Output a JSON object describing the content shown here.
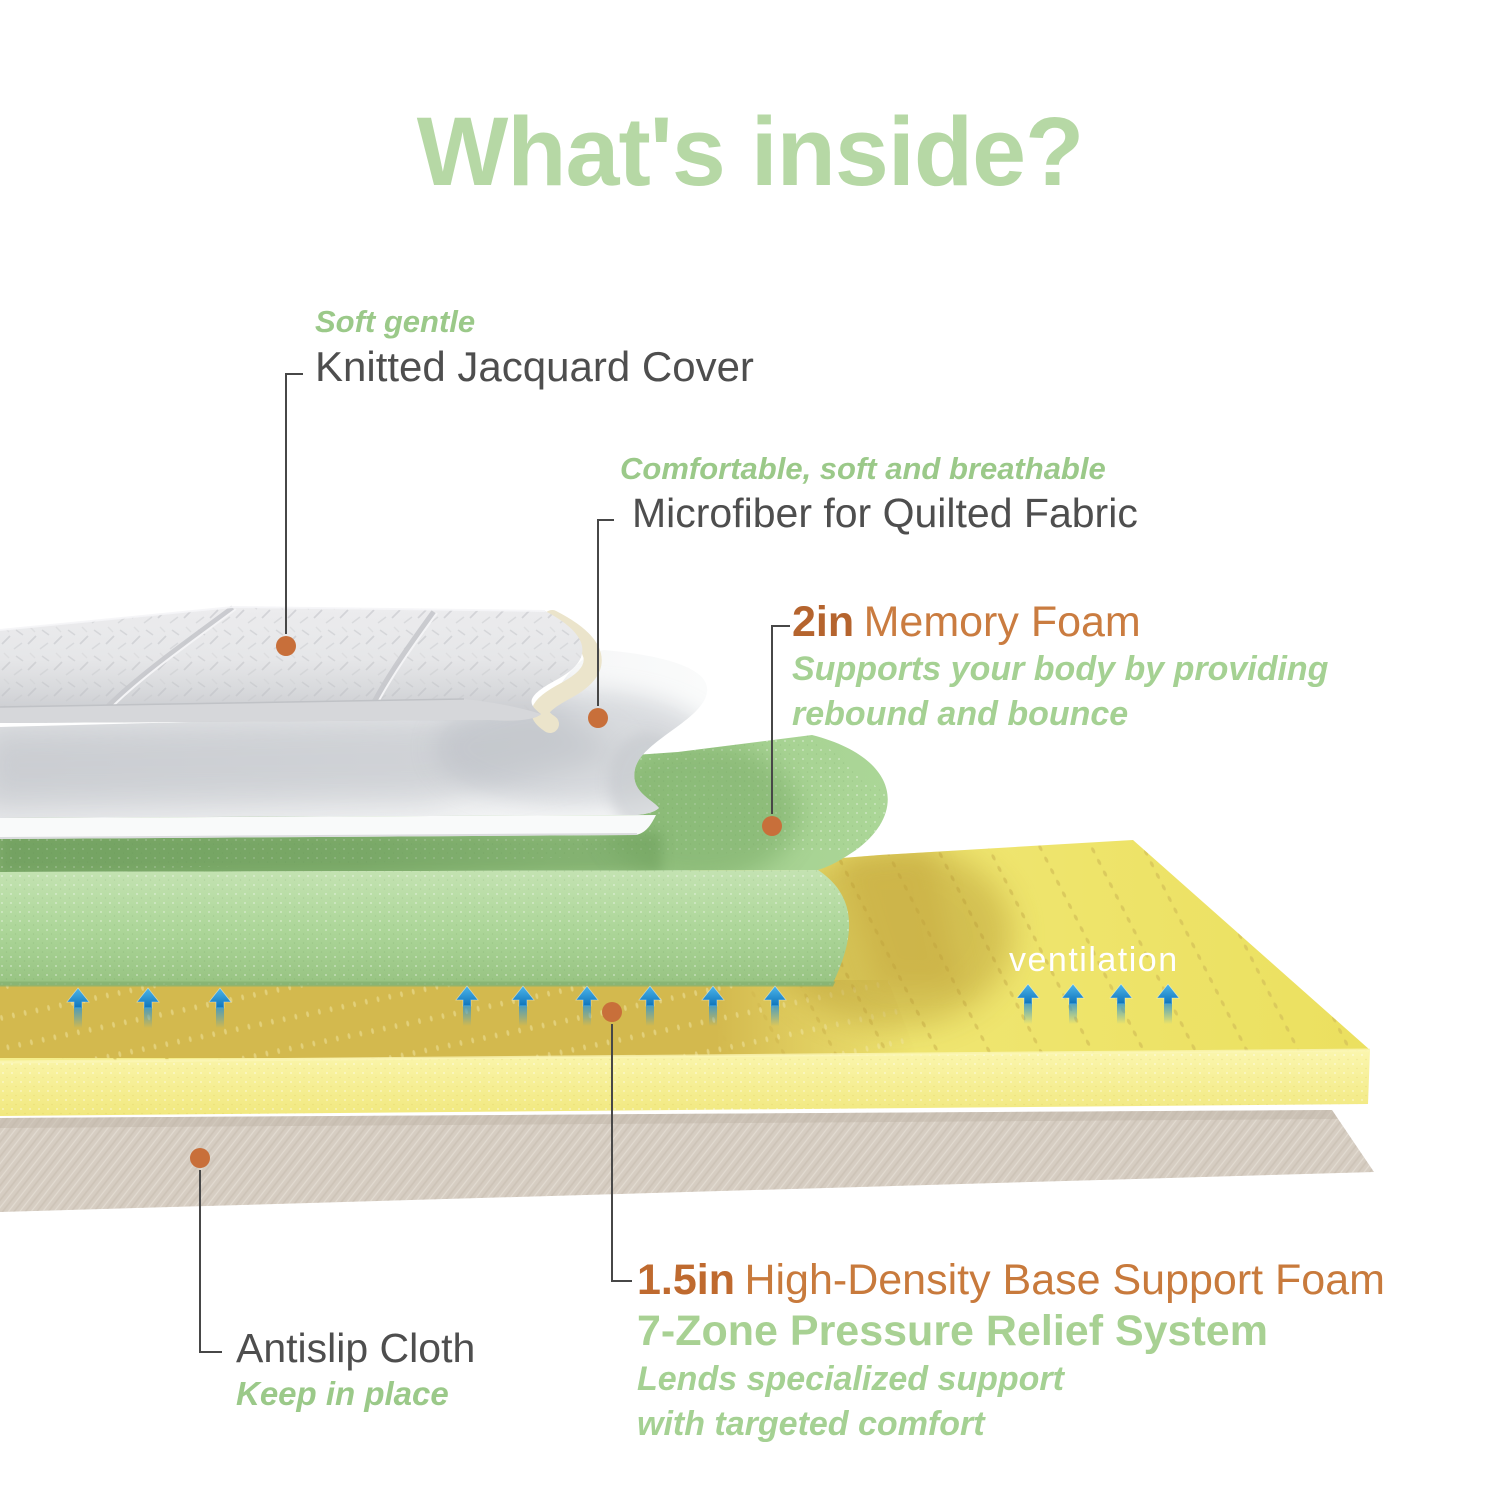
{
  "title": "What's inside?",
  "callouts": {
    "cover": {
      "tagline": "Soft gentle",
      "label": "Knitted Jacquard Cover"
    },
    "microfiber": {
      "tagline": "Comfortable, soft and breathable",
      "label": "Microfiber for Quilted Fabric"
    },
    "memory_foam": {
      "size": "2in",
      "name": "Memory Foam",
      "desc1": "Supports your body by providing",
      "desc2": "rebound and bounce"
    },
    "base_foam": {
      "size": "1.5in",
      "name": "High-Density Base Support Foam",
      "subtitle": "7-Zone Pressure Relief System",
      "desc1": "Lends specialized support",
      "desc2": "with targeted comfort"
    },
    "antislip": {
      "label": "Antislip Cloth",
      "tagline": "Keep in place"
    }
  },
  "diagram": {
    "ventilation_label": "ventilation"
  },
  "colors": {
    "title_green": "#b6d8a5",
    "accent_green": "#a5d193",
    "tag_green": "#9bc989",
    "orange_bold": "#b5642e",
    "orange": "#ca7c40",
    "dark_text": "#4e4e4e",
    "callout_dot": "#c86f3a",
    "arrow_blue": "#1d87c9",
    "memory_foam_green": "#a9d596",
    "base_foam_yellow": "#f0e774",
    "antislip_beige": "#d6cdc2"
  }
}
